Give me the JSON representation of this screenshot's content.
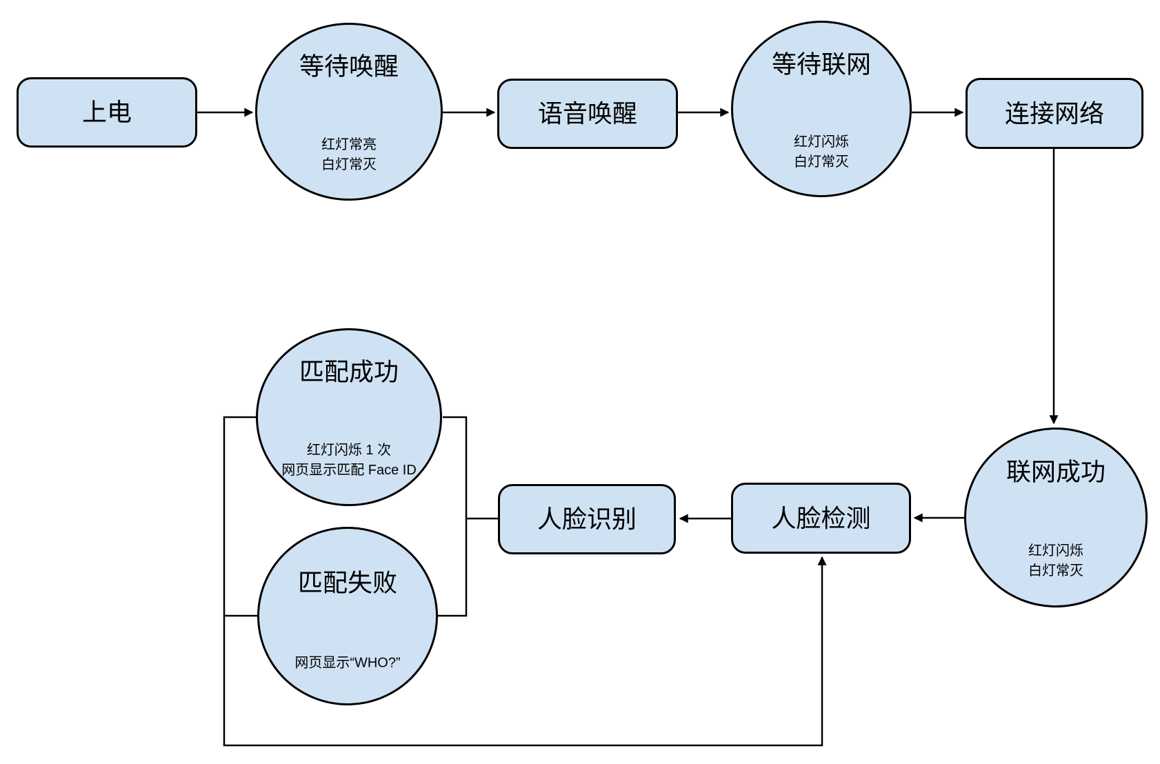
{
  "diagram": {
    "type": "flowchart",
    "background_color": "#ffffff",
    "node_fill_color": "#cfe2f3",
    "node_border_color": "#000000",
    "edge_color": "#000000",
    "nodes": {
      "power_on": {
        "label": "上电",
        "shape": "rounded-rectangle"
      },
      "wait_wake": {
        "label": "等待唤醒",
        "note": "红灯常亮\n白灯常灭",
        "shape": "ellipse"
      },
      "voice_wake": {
        "label": "语音唤醒",
        "shape": "rounded-rectangle"
      },
      "wait_network": {
        "label": "等待联网",
        "note": "红灯闪烁\n白灯常灭",
        "shape": "ellipse"
      },
      "connect_network": {
        "label": "连接网络",
        "shape": "rounded-rectangle"
      },
      "network_success": {
        "label": "联网成功",
        "note": "红灯闪烁\n白灯常灭",
        "shape": "ellipse"
      },
      "face_detection": {
        "label": "人脸检测",
        "shape": "rounded-rectangle"
      },
      "face_recognition": {
        "label": "人脸识别",
        "shape": "rounded-rectangle"
      },
      "match_success": {
        "label": "匹配成功",
        "note": "红灯闪烁 1 次\n网页显示匹配 Face ID",
        "shape": "ellipse"
      },
      "match_fail": {
        "label": "匹配失败",
        "note": "网页显示“WHO?”",
        "shape": "ellipse"
      }
    },
    "edges": [
      {
        "from": "power_on",
        "to": "wait_wake",
        "arrow": true
      },
      {
        "from": "wait_wake",
        "to": "voice_wake",
        "arrow": true
      },
      {
        "from": "voice_wake",
        "to": "wait_network",
        "arrow": true
      },
      {
        "from": "wait_network",
        "to": "connect_network",
        "arrow": true
      },
      {
        "from": "connect_network",
        "to": "network_success",
        "arrow": true
      },
      {
        "from": "network_success",
        "to": "face_detection",
        "arrow": true
      },
      {
        "from": "face_detection",
        "to": "face_recognition",
        "arrow": true
      },
      {
        "from": "face_recognition",
        "to": "match_success",
        "arrow": false
      },
      {
        "from": "face_recognition",
        "to": "match_fail",
        "arrow": false
      },
      {
        "from": "match_success",
        "to": "face_detection",
        "arrow": true
      },
      {
        "from": "match_fail",
        "to": "face_detection",
        "arrow": true
      }
    ]
  }
}
